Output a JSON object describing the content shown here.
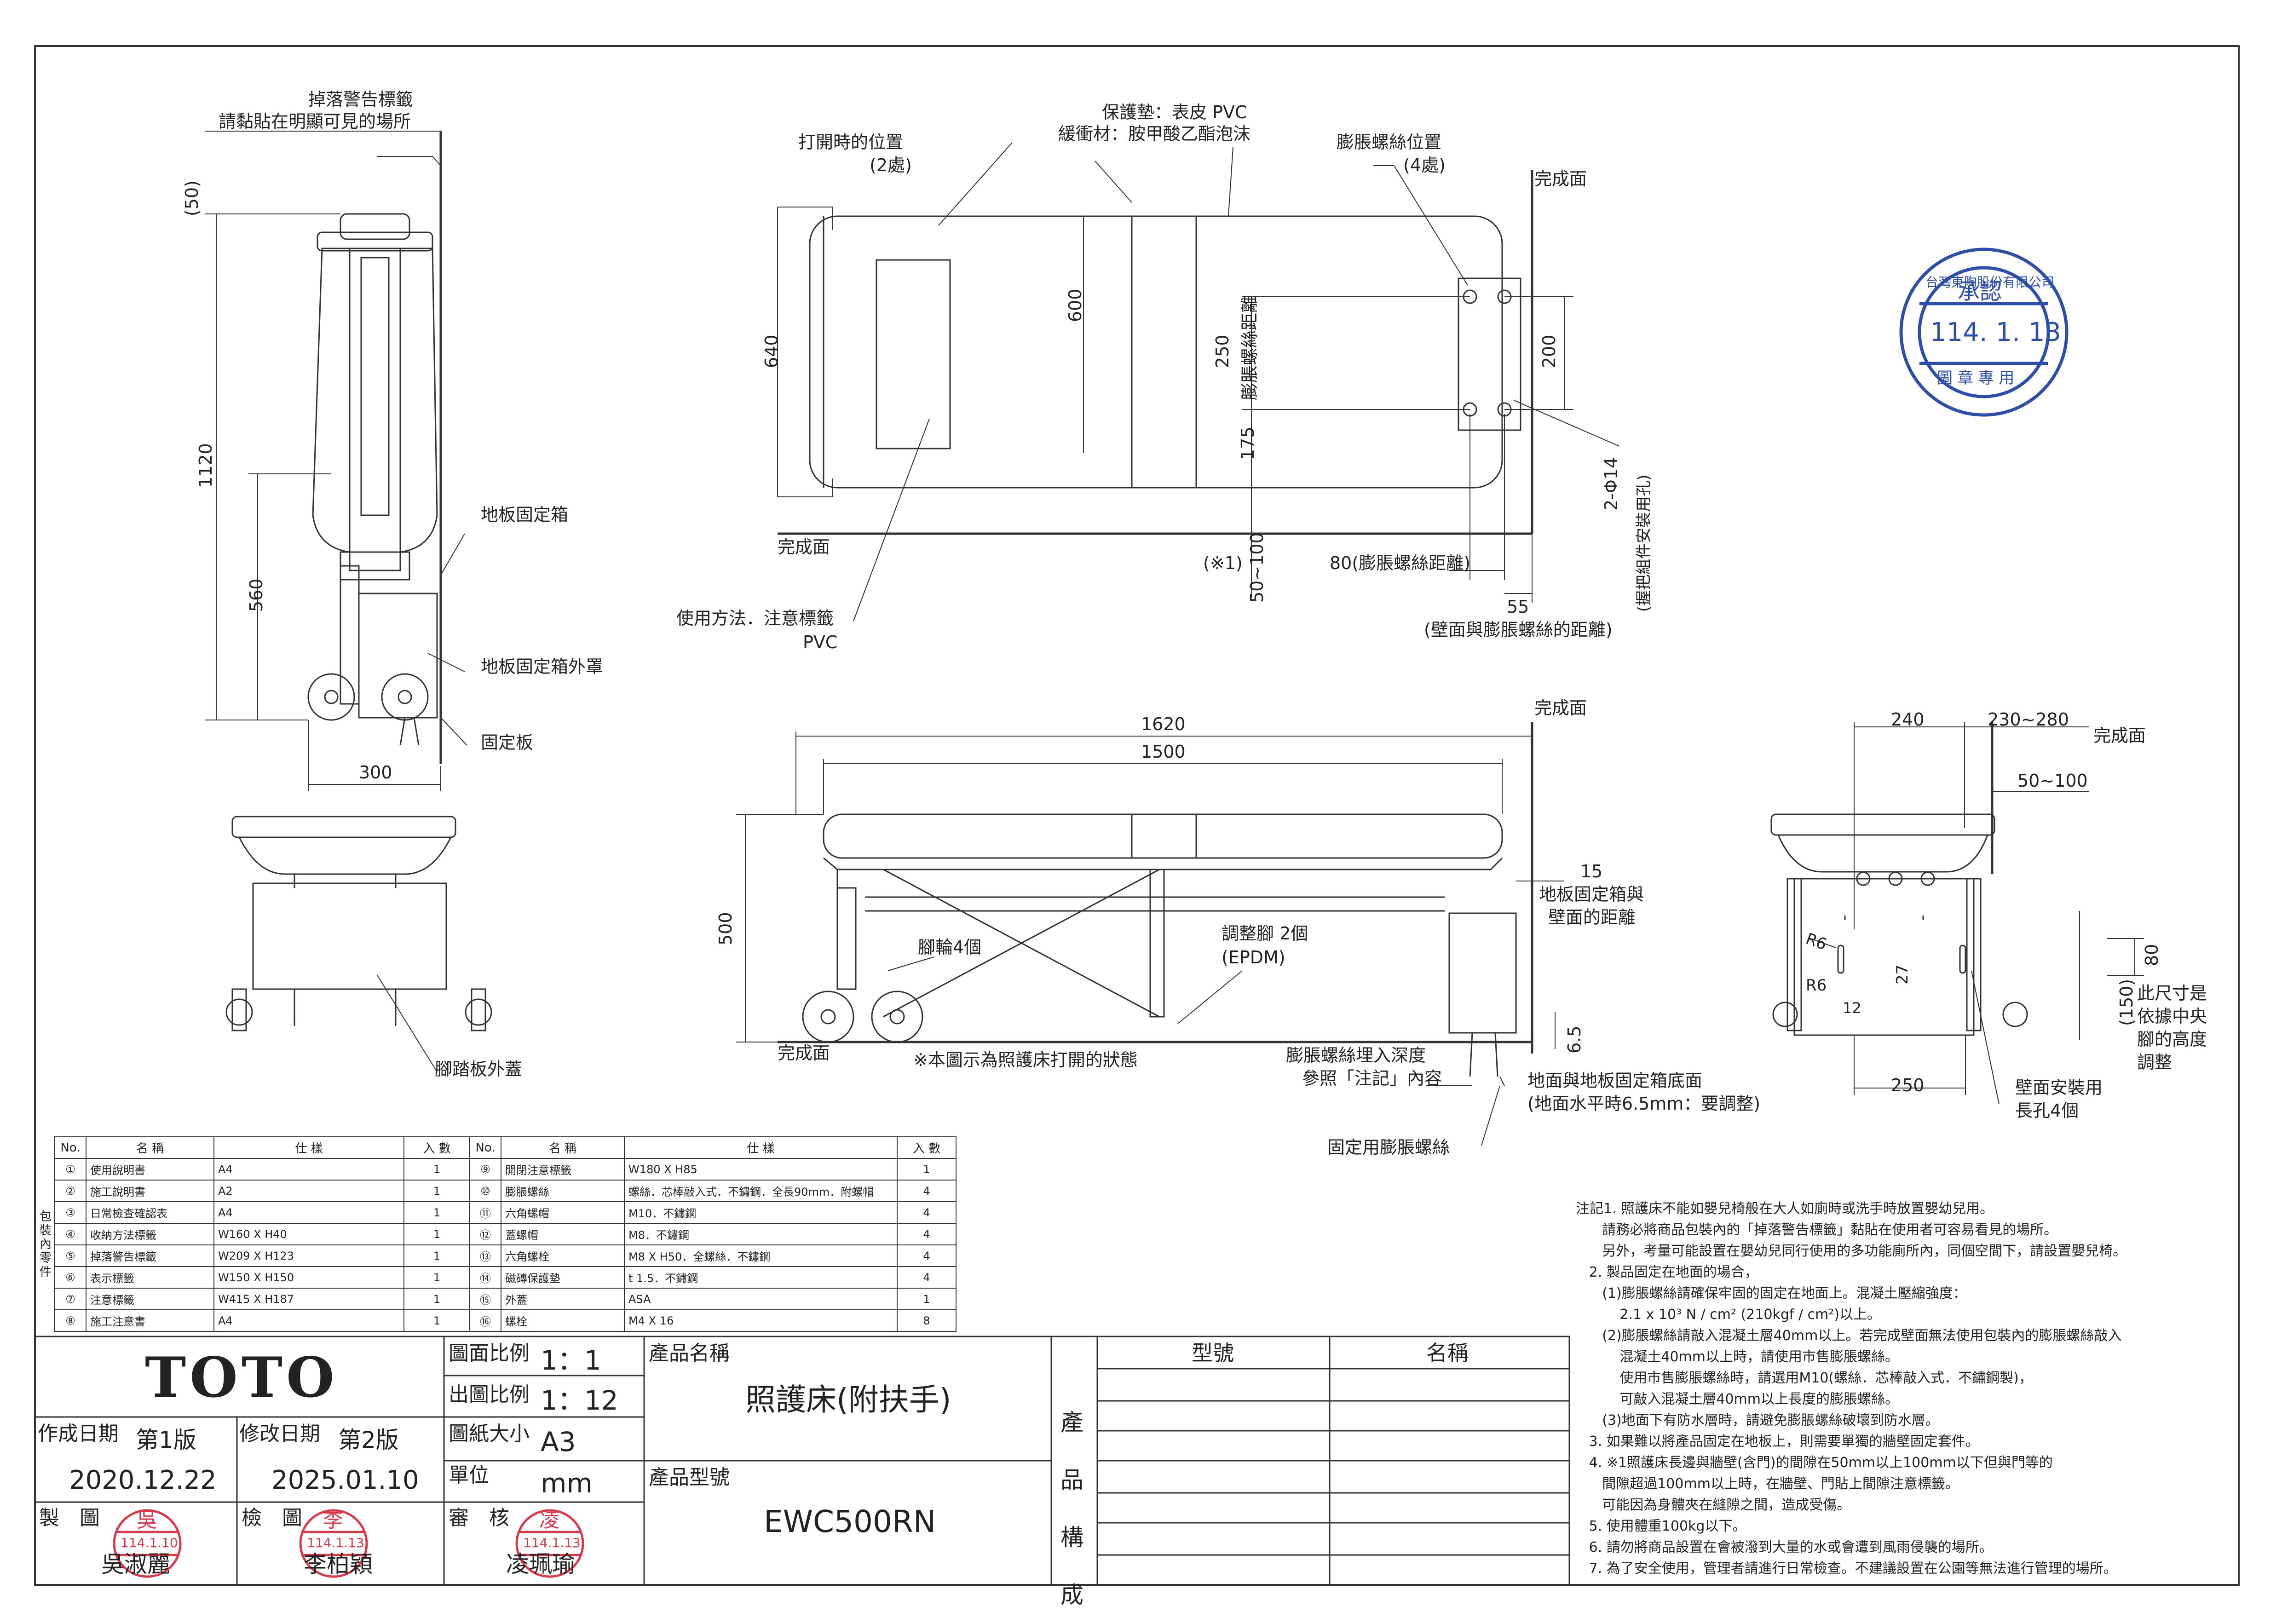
{
  "labels": {
    "warning_label_1": "掉落警告標籤",
    "warning_label_2": "請黏貼在明顯可見的場所",
    "floor_box": "地板固定箱",
    "floor_box_cover": "地板固定箱外罩",
    "fix_plate": "固定板",
    "pedal_cover": "腳踏板外蓋",
    "open_position_1": "打開時的位置",
    "open_position_2": "(2處)",
    "pad_1": "保護墊：表皮 PVC",
    "pad_2": "緩衝材：胺甲酸乙酯泡沫",
    "bolt_position_1": "膨脹螺絲位置",
    "bolt_position_2": "(4處)",
    "finish_surface": "完成面",
    "usage_label_1": "使用方法．注意標籤",
    "usage_label_2": "PVC",
    "bolt_distance_v": "膨脹螺絲距離",
    "bolt_distance_h": "80(膨脹螺絲距離)",
    "note_x1": "(※1)",
    "wall_distance": "(壁面與膨脹螺絲的距離)",
    "handle_holes_1": "2-Φ14",
    "handle_holes_2": "(握把組件安裝用孔)",
    "casters": "腳輪4個",
    "adjust_feet_1": "調整腳 2個",
    "adjust_feet_2": "(EPDM)",
    "open_state_note": "※本圖示為照護床打開的狀態",
    "box_wall_1": "地板固定箱與",
    "box_wall_2": "壁面的距離",
    "embed_depth_1": "膨脹螺絲埋入深度",
    "embed_depth_2": "參照「注記」內容",
    "floor_gap_1": "地面與地板固定箱底面",
    "floor_gap_2": "(地面水平時6.5mm：要調整)",
    "fix_bolts": "固定用膨脹螺絲",
    "height_note_1": "此尺寸是",
    "height_note_2": "依據中央",
    "height_note_3": "腳的高度",
    "height_note_4": "調整",
    "wall_slots_1": "壁面安裝用",
    "wall_slots_2": "長孔4個"
  },
  "dims": {
    "d50": "(50)",
    "d1120": "1120",
    "d560": "560",
    "d300": "300",
    "d640": "640",
    "d600": "600",
    "d250": "250",
    "d175": "175",
    "d200": "200",
    "d50_100": "50~100",
    "d55": "55",
    "d1620": "1620",
    "d1500": "1500",
    "d500": "500",
    "d15": "15",
    "d6_5": "6.5",
    "d240": "240",
    "d230_280": "230~280",
    "d50_100b": "50~100",
    "r6a": "R6",
    "r6b": "R6",
    "d27": "27",
    "d12": "12",
    "d80": "80",
    "d150": "(150)",
    "d250b": "250"
  },
  "parts_table": {
    "side_label": "包裝內零件",
    "headers": [
      "No.",
      "名  稱",
      "仕  樣",
      "入 數",
      "No.",
      "名  稱",
      "仕  樣",
      "入 數"
    ],
    "rows": [
      [
        "①",
        "使用說明書",
        "A4",
        "1",
        "⑨",
        "開閉注意標籤",
        "W180 X H85",
        "1"
      ],
      [
        "②",
        "施工說明書",
        "A2",
        "1",
        "⑩",
        "膨脹螺絲",
        "螺絲．芯棒敲入式．不鏽鋼．全長90mm．附螺帽",
        "4"
      ],
      [
        "③",
        "日常檢查確認表",
        "A4",
        "1",
        "⑪",
        "六角螺帽",
        "M10．不鏽鋼",
        "4"
      ],
      [
        "④",
        "收納方法標籤",
        "W160 X H40",
        "1",
        "⑫",
        "蓋螺帽",
        "M8．不鏽鋼",
        "4"
      ],
      [
        "⑤",
        "掉落警告標籤",
        "W209 X H123",
        "1",
        "⑬",
        "六角螺栓",
        "M8 X H50．全螺絲．不鏽鋼",
        "4"
      ],
      [
        "⑥",
        "表示標籤",
        "W150 X H150",
        "1",
        "⑭",
        "磁磚保護墊",
        "t 1.5．不鏽鋼",
        "4"
      ],
      [
        "⑦",
        "注意標籤",
        "W415 X H187",
        "1",
        "⑮",
        "外蓋",
        "ASA",
        "1"
      ],
      [
        "⑧",
        "施工注意書",
        "A4",
        "1",
        "⑯",
        "螺栓",
        "M4 X 16",
        "8"
      ]
    ]
  },
  "title_block": {
    "brand": "TOTO",
    "scale_label": "圖面比例",
    "scale_value": "1：1",
    "print_scale_label": "出圖比例",
    "print_scale_value": "1：12",
    "paper_label": "圖紙大小",
    "paper_value": "A3",
    "unit_label": "單位",
    "unit_value": "mm",
    "product_name_label": "產品名稱",
    "product_name": "照護床(附扶手)",
    "product_model_label": "產品型號",
    "product_model": "EWC500RN",
    "created_label": "作成日期",
    "created_version": "第1版",
    "created_date": "2020.12.22",
    "modified_label": "修改日期",
    "modified_version": "第2版",
    "modified_date": "2025.01.10",
    "drawn_label": "製　圖",
    "drawn_name": "吳淑麗",
    "checked_label": "檢　圖",
    "checked_name": "李柏穎",
    "reviewed_label": "審　核",
    "reviewed_name": "凌珮瑜",
    "composition_label": "產品構成",
    "model_header": "型號",
    "name_header": "名稱"
  },
  "stamps": {
    "drawn_stamp_char": "吳",
    "drawn_stamp_date": "114.1.10",
    "checked_stamp_char": "李",
    "checked_stamp_date": "114.1.13",
    "reviewed_stamp_char": "凌",
    "reviewed_stamp_date": "114.1.13",
    "approval_top": "台灣東陶股份有限公司",
    "approval_word": "承認",
    "approval_date": "114. 1. 13",
    "approval_bottom": "圖 章 專 用"
  },
  "notes": [
    "注記1. 照護床不能如嬰兒椅般在大人如廁時或洗手時放置嬰幼兒用。",
    "      請務必將商品包裝內的「掉落警告標籤」黏貼在使用者可容易看見的場所。",
    "      另外，考量可能設置在嬰幼兒同行使用的多功能廁所內，同個空間下，請設置嬰兒椅。",
    "   2. 製品固定在地面的場合，",
    "      (1)膨脹螺絲請確保牢固的固定在地面上。混凝土壓縮強度：",
    "          2.1 x 10³ N / cm² (210kgf / cm²)以上。",
    "      (2)膨脹螺絲請敲入混凝土層40mm以上。若完成壁面無法使用包裝內的膨脹螺絲敲入",
    "          混凝土40mm以上時，請使用市售膨脹螺絲。",
    "          使用市售膨脹螺絲時，請選用M10(螺絲．芯棒敲入式．不鏽鋼製)，",
    "          可敲入混凝土層40mm以上長度的膨脹螺絲。",
    "      (3)地面下有防水層時，請避免膨脹螺絲破壞到防水層。",
    "   3. 如果難以將產品固定在地板上，則需要單獨的牆壁固定套件。",
    "   4. ※1照護床長邊與牆壁(含門)的間隙在50mm以上100mm以下但與門等的",
    "      間隙超過100mm以上時，在牆壁、門貼上間隙注意標籤。",
    "      可能因為身體夾在縫隙之間，造成受傷。",
    "   5. 使用體重100kg以下。",
    "   6. 請勿將商品設置在會被潑到大量的水或會遭到風雨侵襲的場所。",
    "   7. 為了安全使用，管理者請進行日常檢查。不建議設置在公園等無法進行管理的場所。"
  ]
}
